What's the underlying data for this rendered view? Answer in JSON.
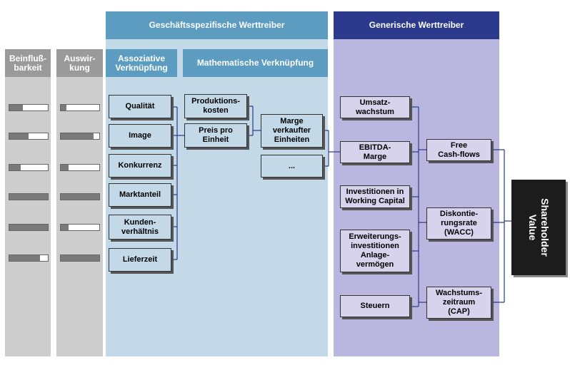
{
  "headers": {
    "beinfluss": "Beinfluß-\nbarkeit",
    "auswirkung": "Auswir-\nkung",
    "geschaeft": "Geschäftsspezifische Werttreiber",
    "generisch": "Generische Werttreiber",
    "assoziativ": "Assoziative\nVerknüpfung",
    "mathematisch": "Mathematische Verknüpfung"
  },
  "associative": [
    "Qualität",
    "Image",
    "Konkurrenz",
    "Marktanteil",
    "Kunden-\nverhältnis",
    "Lieferzeit"
  ],
  "mathematical": {
    "produktionskosten": "Produktions-\nkosten",
    "preis": "Preis pro\nEinheit",
    "marge": "Marge\nverkaufter\nEinheiten",
    "ellipsis": "..."
  },
  "generic": [
    "Umsatz-\nwachstum",
    "EBITDA-\nMarge",
    "Investitionen in\nWorking Capital",
    "Erweiterungs-\ninvestitionen\nAnlage-\nvermögen",
    "Steuern"
  ],
  "outcomes": [
    "Free\nCash-flows",
    "Diskontie-\nrungsrate\n(WACC)",
    "Wachstums-\nzeitraum\n(CAP)"
  ],
  "result": "Shareholder\nValue",
  "ratings": {
    "beinfluss": [
      0.35,
      0.5,
      0.3,
      1.0,
      1.0,
      0.8
    ],
    "auswirkung": [
      0.15,
      0.85,
      0.2,
      1.0,
      0.2,
      1.0
    ]
  },
  "colors": {
    "gray_header": "#9a9a9a",
    "gray_panel": "#cdcdcd",
    "blue_header": "#5b9cc0",
    "blue_panel": "#c4d9e8",
    "navy_header": "#2b3a8c",
    "lavender_panel": "#b9b6df",
    "result_box": "#1c1c1c"
  }
}
